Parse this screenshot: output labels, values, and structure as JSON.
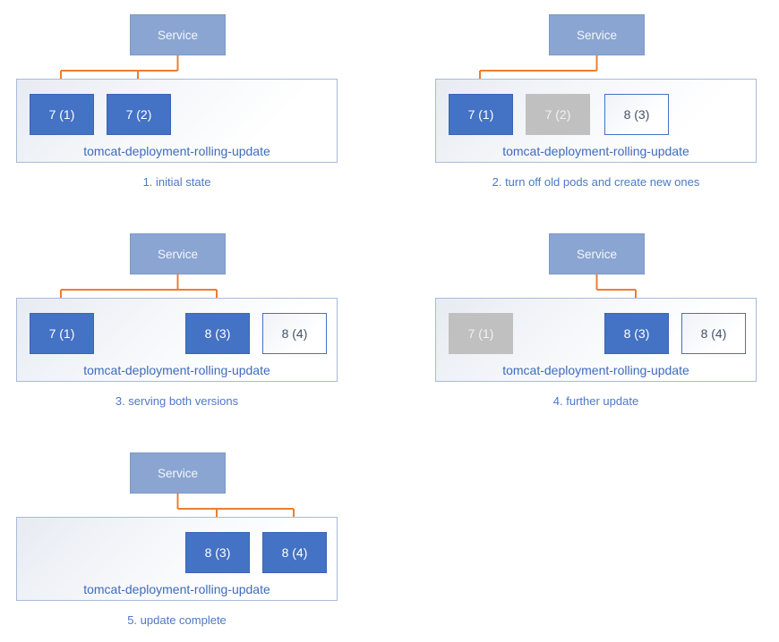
{
  "diagram": {
    "service_label": "Service",
    "deployment_label": "tomcat-deployment-rolling-update",
    "colors": {
      "pod_active": "#4472C4",
      "pod_retired": "#C0C0C0",
      "pod_new_border": "#4472C4",
      "pod_new_text": "#44546A",
      "service_fill": "#8AA5D1",
      "service_border": "#7E9BC6",
      "arrow": "#ED7D31",
      "container_border": "#A9BAD9",
      "label_text": "#3F6BBB",
      "caption_text": "#4E78C6"
    },
    "panels": [
      {
        "caption": "1. initial state",
        "pods": [
          {
            "label": "7 (1)",
            "state": "active",
            "slot": 0
          },
          {
            "label": "7 (2)",
            "state": "active",
            "slot": 1
          }
        ],
        "arrow_slots": [
          0,
          1
        ]
      },
      {
        "caption": "2. turn off old pods and create new ones",
        "pods": [
          {
            "label": "7 (1)",
            "state": "active",
            "slot": 0
          },
          {
            "label": "7 (2)",
            "state": "retired",
            "slot": 1
          },
          {
            "label": "8 (3)",
            "state": "new",
            "slot": 2
          }
        ],
        "arrow_slots": [
          0
        ]
      },
      {
        "caption": "3. serving both versions",
        "pods": [
          {
            "label": "7 (1)",
            "state": "active",
            "slot": 0
          },
          {
            "label": "8 (3)",
            "state": "active",
            "slot": 2
          },
          {
            "label": "8 (4)",
            "state": "new",
            "slot": 3
          }
        ],
        "arrow_slots": [
          0,
          2
        ]
      },
      {
        "caption": "4. further update",
        "pods": [
          {
            "label": "7 (1)",
            "state": "retired",
            "slot": 0
          },
          {
            "label": "8 (3)",
            "state": "active",
            "slot": 2
          },
          {
            "label": "8 (4)",
            "state": "new",
            "slot": 3
          }
        ],
        "arrow_slots": [
          2
        ]
      },
      {
        "caption": "5. update complete",
        "pods": [
          {
            "label": "8 (3)",
            "state": "active",
            "slot": 2
          },
          {
            "label": "8 (4)",
            "state": "active",
            "slot": 3
          }
        ],
        "arrow_slots": [
          2,
          3
        ]
      }
    ]
  }
}
